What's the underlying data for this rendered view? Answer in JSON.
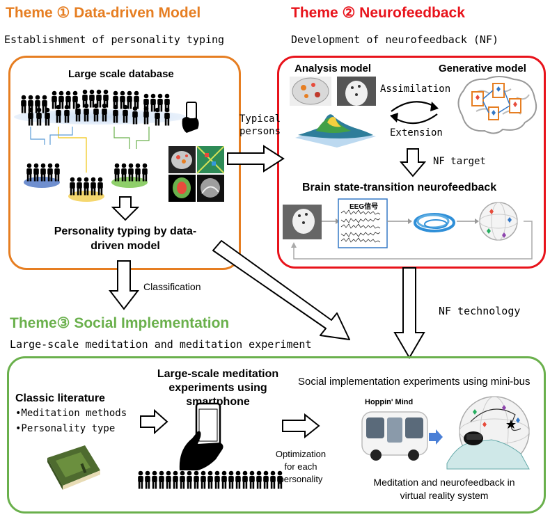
{
  "theme1": {
    "title": "Theme ① Data-driven Model",
    "subtitle": "Establishment of personality typing",
    "database_label": "Large scale database",
    "typing_label_line1": "Personality typing by data-",
    "typing_label_line2": "driven model"
  },
  "theme2": {
    "title": "Theme ② Neurofeedback",
    "subtitle": "Development of neurofeedback (NF)",
    "analysis_label": "Analysis model",
    "generative_label": "Generative model",
    "assimilation_label": "Assimilation",
    "extension_label": "Extension",
    "nf_target_label": "NF target",
    "transition_label": "Brain state-transition neurofeedback",
    "eeg_label": "EEG信号"
  },
  "theme3": {
    "title": "Theme③ Social Implementation",
    "subtitle": "Large-scale meditation and meditation experiment",
    "classic_title": "Classic literature",
    "classic_item1": "•Meditation methods",
    "classic_item2": "•Personality type",
    "smartphone_line1": "Large-scale meditation",
    "smartphone_line2": "experiments using smartphone",
    "minibus_label": "Social implementation experiments using mini-bus",
    "optimization_line1": "Optimization",
    "optimization_line2": "for each",
    "optimization_line3": "personality",
    "hoppin_label": "Hoppin' Mind",
    "vr_line1": "Meditation and neurofeedback in",
    "vr_line2": "virtual reality system"
  },
  "flows": {
    "typical_persons_line1": "Typical",
    "typical_persons_line2": "persons",
    "classification": "Classification",
    "nf_technology": "NF technology"
  },
  "colors": {
    "theme1": "#e67e22",
    "theme2": "#e8131b",
    "theme3": "#6ab04c",
    "brain_blue": "#2f8fd8"
  },
  "icons": [
    "person-icon",
    "smartphone-icon",
    "brain-icon",
    "book-icon",
    "bus-icon",
    "hand-icon",
    "sphere-icon"
  ]
}
